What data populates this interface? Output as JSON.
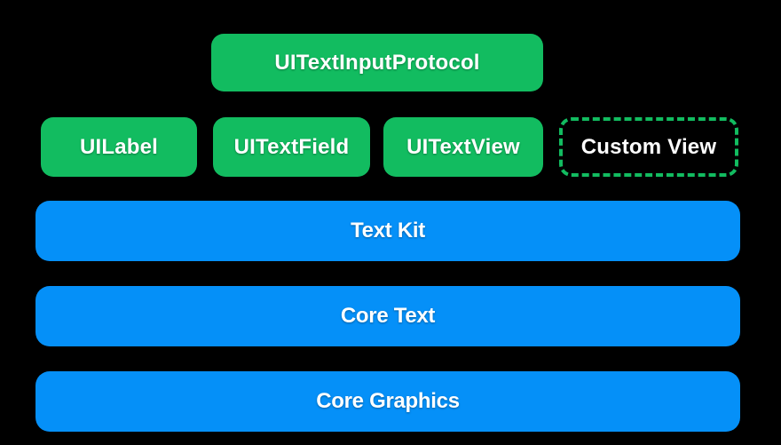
{
  "colors": {
    "background": "#000000",
    "green_box": "#12BC60",
    "blue_layer": "#0590F8",
    "dashed_border_green": "#12BC60",
    "label_text": "#FFFFFF"
  },
  "diagram": {
    "top_box": {
      "label": "UITextInputProtocol"
    },
    "view_row": [
      {
        "label": "UILabel",
        "variant": "solid-green"
      },
      {
        "label": "UITextField",
        "variant": "solid-green"
      },
      {
        "label": "UITextView",
        "variant": "solid-green"
      },
      {
        "label": "Custom View",
        "variant": "dashed-outline"
      }
    ],
    "framework_layers": [
      {
        "label": "Text Kit"
      },
      {
        "label": "Core Text"
      },
      {
        "label": "Core Graphics"
      }
    ]
  }
}
